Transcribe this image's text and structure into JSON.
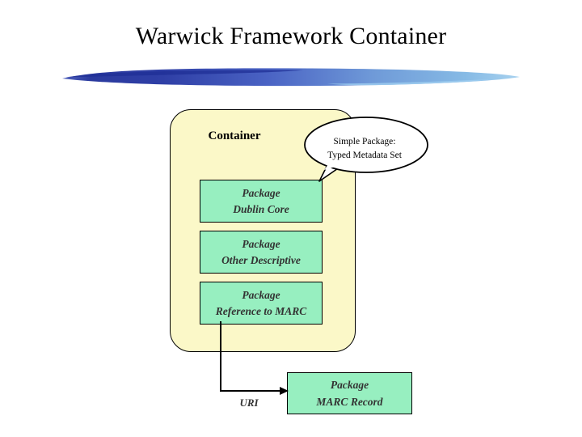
{
  "slide": {
    "title": "Warwick Framework Container",
    "background_color": "#ffffff"
  },
  "divider": {
    "name": "brush-stroke",
    "color_left": "#2a3a9e",
    "color_right": "#8fc4e8"
  },
  "container": {
    "label": "Container",
    "fill_color": "#fbf8c8",
    "border_color": "#000000"
  },
  "callout": {
    "line1": "Simple Package:",
    "line2": "Typed Metadata Set",
    "fill_color": "#ffffff",
    "border_color": "#000000"
  },
  "packages": [
    {
      "type": "Package",
      "name": "Dublin Core"
    },
    {
      "type": "Package",
      "name": "Other Descriptive"
    },
    {
      "type": "Package",
      "name": "Reference to MARC"
    }
  ],
  "external_package": {
    "type": "Package",
    "name": "MARC Record"
  },
  "connector": {
    "label": "URI",
    "color": "#000000"
  },
  "package_style": {
    "fill_color": "#97efc0",
    "border_color": "#000000",
    "text_color": "#333333"
  }
}
